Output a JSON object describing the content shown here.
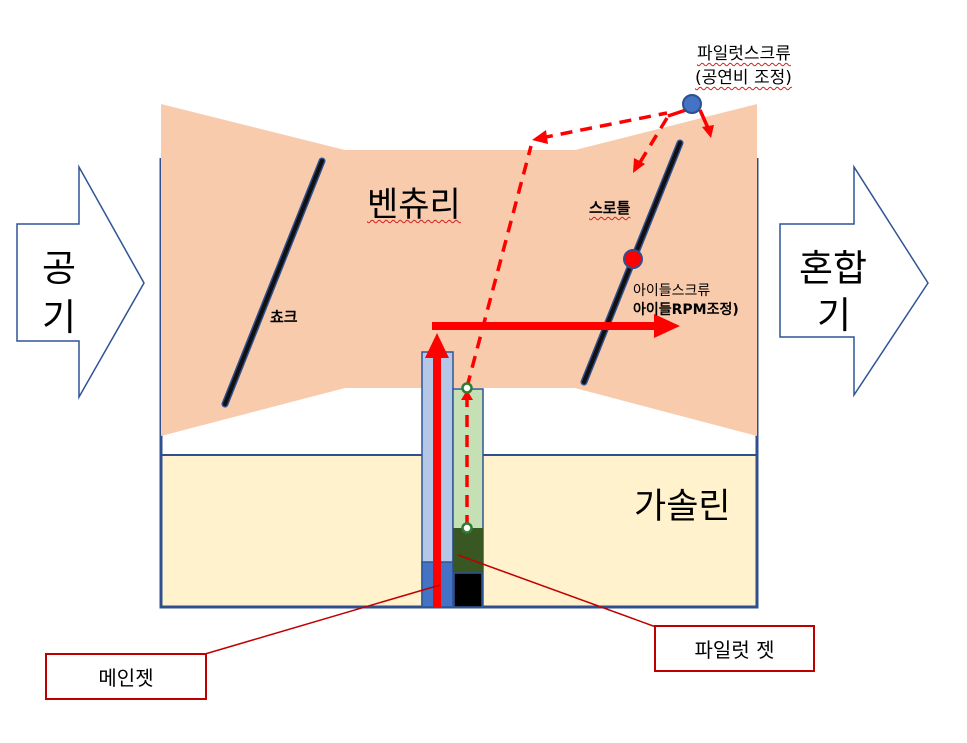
{
  "labels": {
    "intake": [
      "공",
      "기"
    ],
    "outlet": [
      "혼합",
      "기"
    ],
    "venturi": "벤츄리",
    "choke": "쵸크",
    "throttle": "스로틀",
    "idle_screw_line1": "아이들스크류",
    "idle_screw_line2": "아이들RPM조정)",
    "pilot_screw_line1": "파일럿스크류",
    "pilot_screw_line2": "(공연비 조정)",
    "gasoline": "가솔린",
    "main_jet": "메인젯",
    "pilot_jet": "파일럿 젯"
  },
  "colors": {
    "venturi_fill": "#f8cbad",
    "fuel_fill": "#fff2cc",
    "tank_outline": "#2f4f8f",
    "flow_red": "#ff0000",
    "main_tube": "#b4c7e7",
    "pilot_tube": "#c5e0b4",
    "pilot_fuel": "#385723",
    "arrow_outline": "#2f5597",
    "callout_border": "#c00000"
  }
}
